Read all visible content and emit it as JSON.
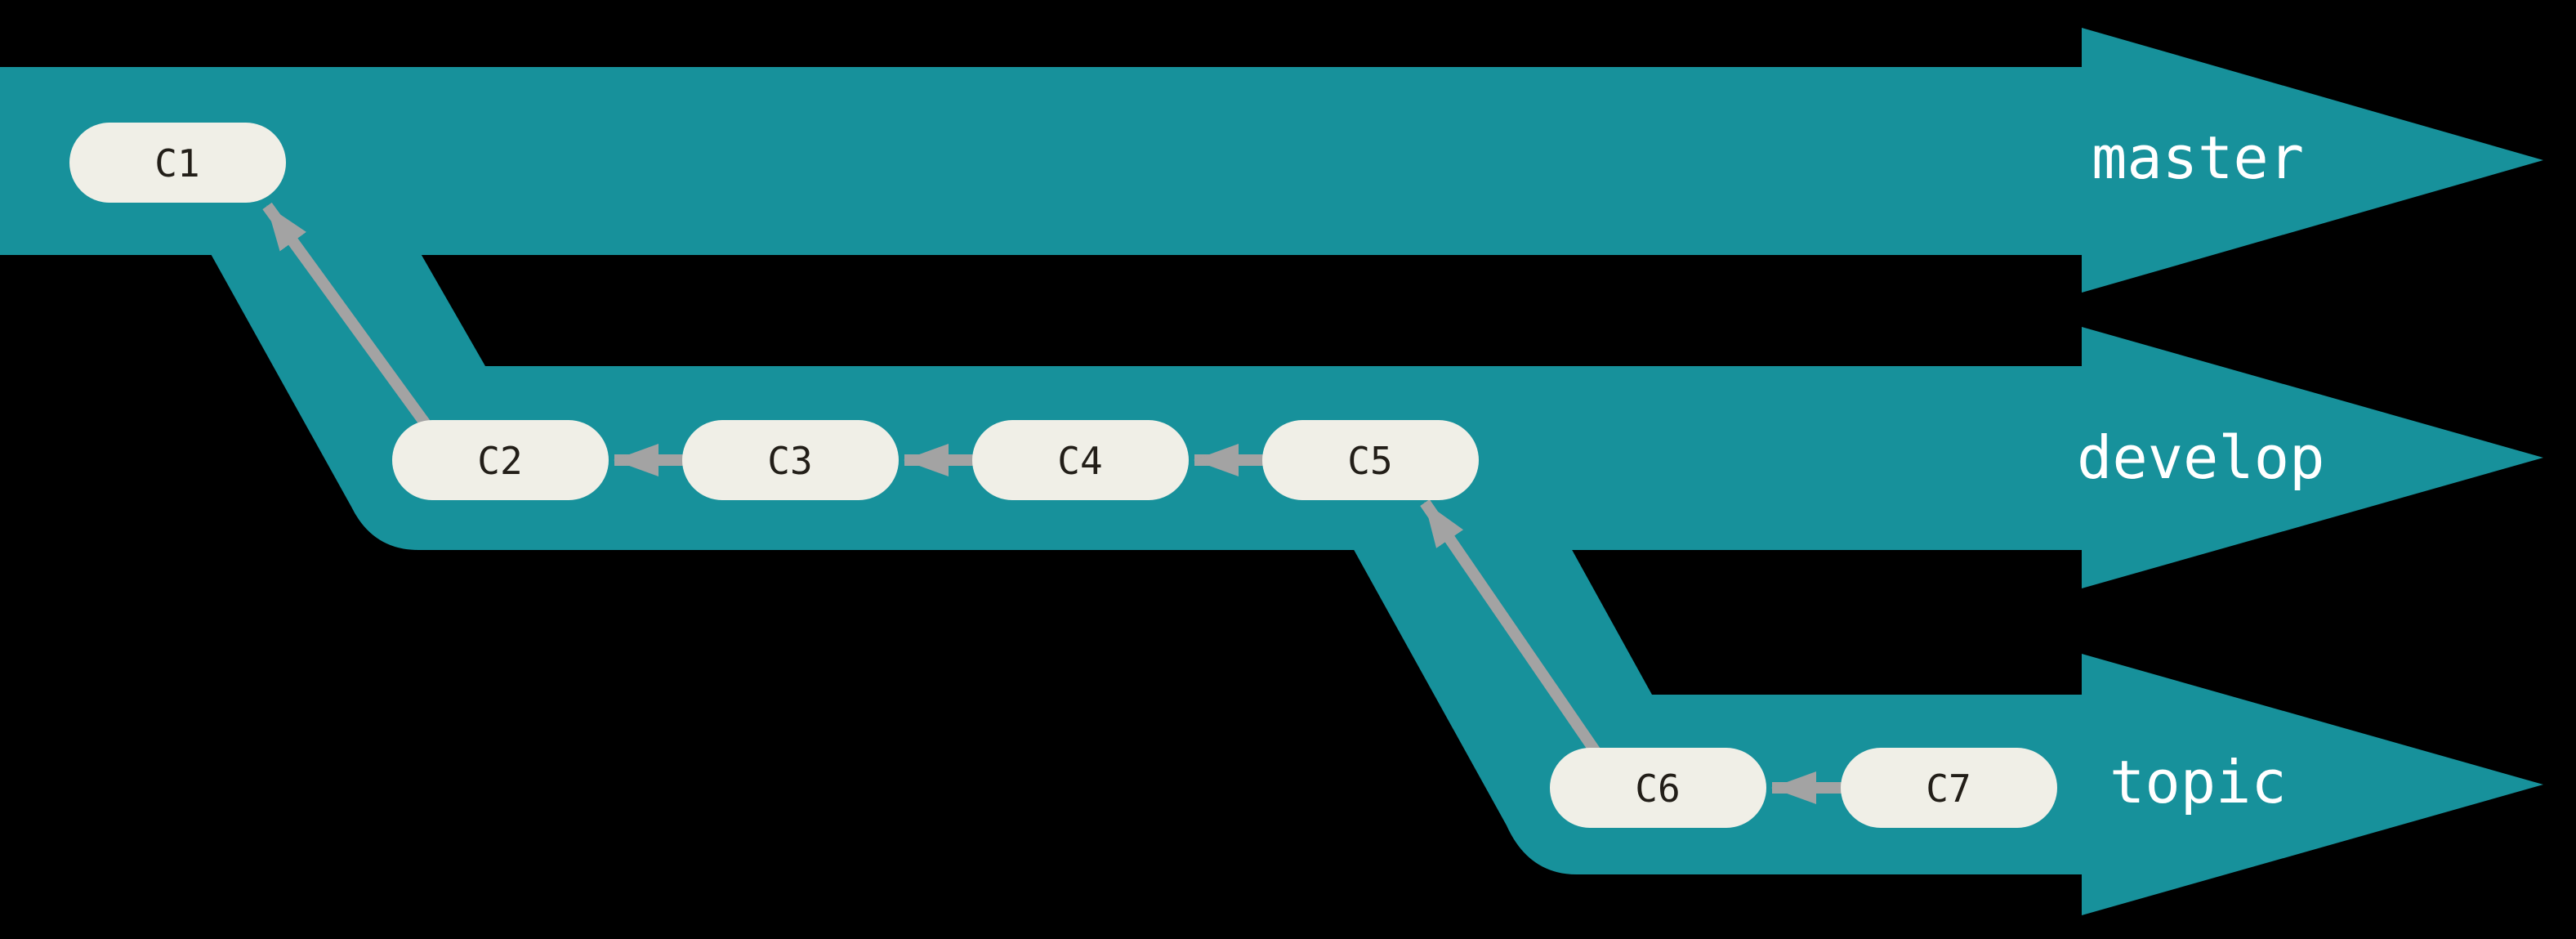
{
  "diagram": {
    "title": "git-branching-workflow-diagram",
    "background_color": "#000000",
    "colors": {
      "band_teal": "#17919B",
      "commit_pill_fill": "#F0EFE7",
      "commit_text": "#221E18",
      "branch_label_text": "#FFFFFF",
      "parent_arrow_gray": "#A3A3A3"
    },
    "branches": [
      {
        "label": "master",
        "row": "top",
        "commits_on_branch": [
          "C1"
        ]
      },
      {
        "label": "develop",
        "row": "middle",
        "commits_on_branch": [
          "C2",
          "C3",
          "C4",
          "C5"
        ]
      },
      {
        "label": "topic",
        "row": "bottom",
        "commits_on_branch": [
          "C6",
          "C7"
        ]
      }
    ],
    "commits": [
      {
        "id": "C1",
        "branch": "master",
        "parent": null
      },
      {
        "id": "C2",
        "branch": "develop",
        "parent": "C1"
      },
      {
        "id": "C3",
        "branch": "develop",
        "parent": "C2"
      },
      {
        "id": "C4",
        "branch": "develop",
        "parent": "C3"
      },
      {
        "id": "C5",
        "branch": "develop",
        "parent": "C4"
      },
      {
        "id": "C6",
        "branch": "topic",
        "parent": "C5"
      },
      {
        "id": "C7",
        "branch": "topic",
        "parent": "C6"
      }
    ],
    "arrows": [
      {
        "from": "C2",
        "to": "C1",
        "style": "diagonal"
      },
      {
        "from": "C3",
        "to": "C2",
        "style": "horizontal"
      },
      {
        "from": "C4",
        "to": "C3",
        "style": "horizontal"
      },
      {
        "from": "C5",
        "to": "C4",
        "style": "horizontal"
      },
      {
        "from": "C6",
        "to": "C5",
        "style": "diagonal"
      },
      {
        "from": "C7",
        "to": "C6",
        "style": "horizontal"
      }
    ]
  }
}
